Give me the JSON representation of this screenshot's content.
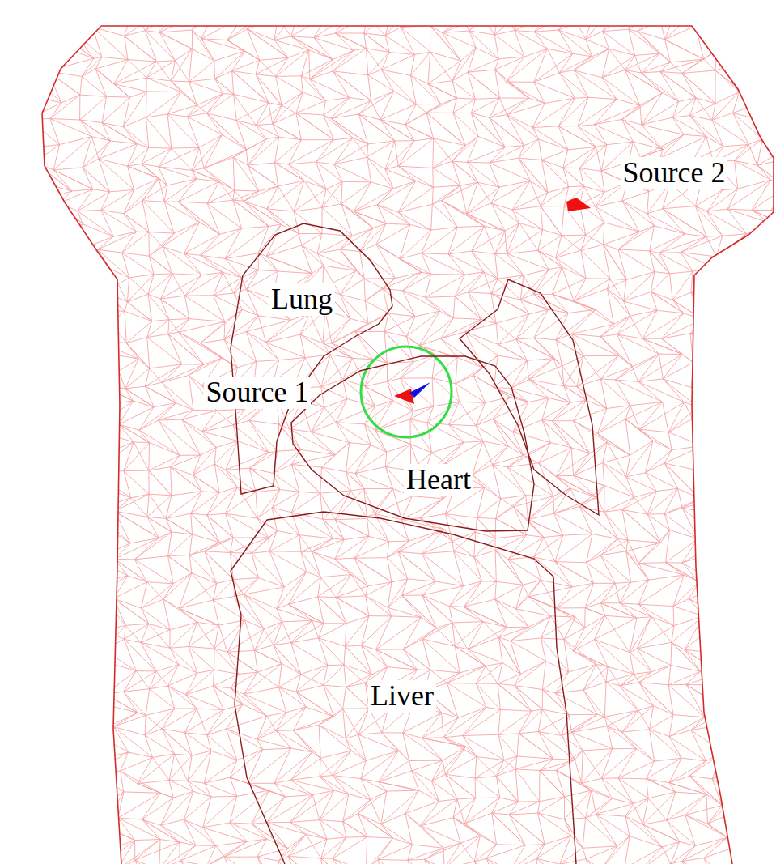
{
  "diagram": {
    "nodes": [
      {
        "text": [
          "Lung"
        ]
      },
      {
        "text": [
          "Heart"
        ]
      },
      {
        "text": [
          "Liver"
        ]
      }
    ],
    "labels": [
      "Source 2",
      "Source 1"
    ]
  }
}
